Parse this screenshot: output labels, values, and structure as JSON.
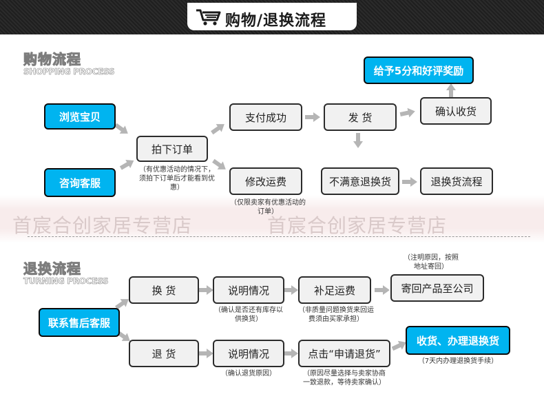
{
  "header": {
    "title": "购物/退换流程"
  },
  "shopping": {
    "title": "购物流程",
    "subtitle": "SHOPPING PROCESS",
    "browse": "浏览宝贝",
    "consult": "咨询客服",
    "order": "拍下订单",
    "order_note": "（有优惠活动的情况下，须拍下订单后才能看到优惠）",
    "pay": "支付成功",
    "modify": "修改运费",
    "modify_note": "（仅限卖家有优惠活动的订单）",
    "ship": "发 货",
    "confirm": "确认收货",
    "reward": "给予5分和好评奖励",
    "unhappy": "不满意退换货",
    "return_flow": "退换货流程"
  },
  "watermark": {
    "text": "首宸合创家居专营店"
  },
  "returns": {
    "title": "退换流程",
    "subtitle": "TURNING PROCESS",
    "service": "联系售后客服",
    "exchange": "换 货",
    "explain1": "说明情况",
    "explain1_note": "（确认是否还有库存以供换货）",
    "freight": "补足运费",
    "freight_note": "（非质量问题换货来回运费须由买家承担）",
    "send": "寄回产品至公司",
    "send_note": "（注明原因，按照地址寄回）",
    "refund": "退 货",
    "explain2": "说明情况",
    "explain2_note": "（确认退货原因）",
    "apply": "点击“申请退货”",
    "apply_note": "（原因尽量选择与卖家协商一致退款，等待卖家确认）",
    "done": "收货、办理退换货",
    "done_note": "（7天内办理退换货手续）"
  },
  "colors": {
    "accent_blue": "#00b4f0",
    "box_gray": "#f1f1f1",
    "arrow_gray": "#b5b5b5",
    "header_dark": "#252525"
  }
}
